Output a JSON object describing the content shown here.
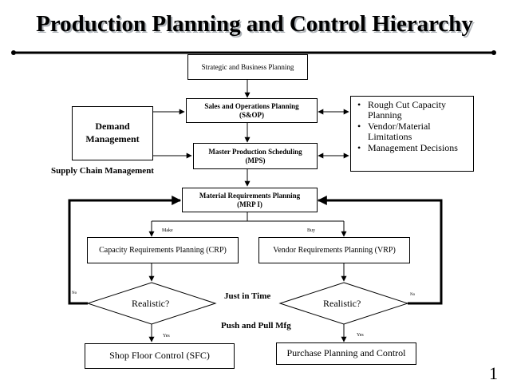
{
  "title": "Production Planning and Control Hierarchy",
  "boxes": {
    "strategic": "Strategic and Business Planning",
    "sop_line1": "Sales and Operations Planning",
    "sop_line2": "(S&OP)",
    "demand_line1": "Demand",
    "demand_line2": "Management",
    "mps_line1": "Master Production Scheduling",
    "mps_line2": "(MPS)",
    "mrp_line1": "Material Requirements Planning",
    "mrp_line2": "(MRP I)",
    "crp": "Capacity Requirements Planning (CRP)",
    "vrp": "Vendor Requirements Planning (VRP)",
    "sfc": "Shop Floor Control (SFC)",
    "purchase": "Purchase Planning and Control"
  },
  "decisions": {
    "left": "Realistic?",
    "right": "Realistic?"
  },
  "constraints": [
    "Rough Cut Capacity Planning",
    "Vendor/Material Limitations",
    "Management Decisions"
  ],
  "labels": {
    "supply_chain": "Supply Chain Management",
    "make": "Make",
    "buy": "Buy",
    "no_left": "No",
    "no_right": "No",
    "yes_left": "Yes",
    "yes_right": "Yes",
    "jit": "Just in Time",
    "push_pull": "Push and Pull Mfg"
  },
  "page_number": "1"
}
